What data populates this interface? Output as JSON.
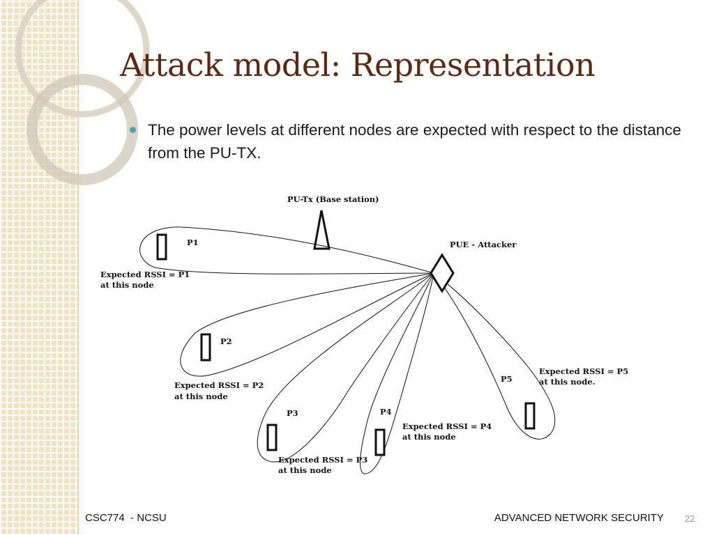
{
  "slide": {
    "title": "Attack model: Representation",
    "bullets": [
      "The power levels at different nodes are expected with respect to the distance from the PU-TX."
    ]
  },
  "diagram": {
    "base_station_label": "PU-Tx (Base station)",
    "attacker_label": "PUE - Attacker",
    "nodes": [
      {
        "id": "P1",
        "label": "P1",
        "rssi_line1": "Expected RSSI = P1",
        "rssi_line2": "at this node"
      },
      {
        "id": "P2",
        "label": "P2",
        "rssi_line1": "Expected RSSI = P2",
        "rssi_line2": "at this node"
      },
      {
        "id": "P3",
        "label": "P3",
        "rssi_line1": "Expected RSSI = P3",
        "rssi_line2": "at this node"
      },
      {
        "id": "P4",
        "label": "P4",
        "rssi_line1": "Expected RSSI = P4",
        "rssi_line2": "at this node"
      },
      {
        "id": "P5",
        "label": "P5",
        "rssi_line1": "Expected RSSI = P5",
        "rssi_line2": "at this node."
      }
    ]
  },
  "footer": {
    "course": "CSC774  - NCSU",
    "subject": "ADVANCED NETWORK SECURITY",
    "page_number": "22"
  },
  "colors": {
    "title": "#5a2a14",
    "bullet": "#4fa3b4",
    "sidebar": "#efe4c4"
  }
}
